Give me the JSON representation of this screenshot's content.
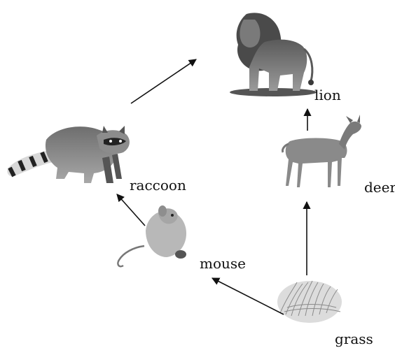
{
  "organisms": {
    "lion": "lion",
    "deer": "deer",
    "raccoon": "raccoon",
    "mouse": "mouse",
    "grass": "grass"
  },
  "edges": [
    {
      "from": "grass",
      "to": "mouse"
    },
    {
      "from": "grass",
      "to": "deer"
    },
    {
      "from": "mouse",
      "to": "raccoon"
    },
    {
      "from": "deer",
      "to": "lion"
    },
    {
      "from": "raccoon",
      "to": "lion"
    }
  ]
}
